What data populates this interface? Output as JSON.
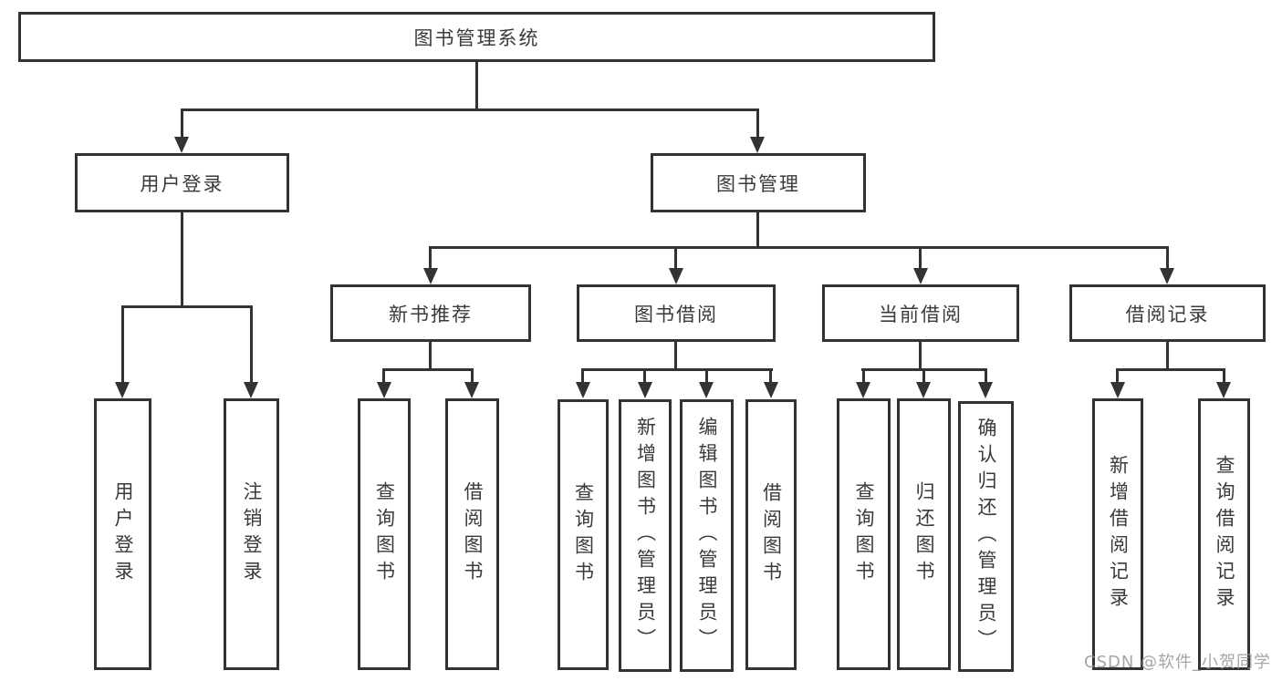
{
  "diagram": {
    "root": {
      "label": "图书管理系统"
    },
    "branches": [
      {
        "label": "用户登录",
        "children": [
          {
            "label": "用户登录"
          },
          {
            "label": "注销登录"
          }
        ]
      },
      {
        "label": "图书管理",
        "children": [
          {
            "label": "新书推荐",
            "children": [
              {
                "label": "查询图书"
              },
              {
                "label": "借阅图书"
              }
            ]
          },
          {
            "label": "图书借阅",
            "children": [
              {
                "label": "查询图书"
              },
              {
                "label": "新增图书（管理员）"
              },
              {
                "label": "编辑图书（管理员）"
              },
              {
                "label": "借阅图书"
              }
            ]
          },
          {
            "label": "当前借阅",
            "children": [
              {
                "label": "查询图书"
              },
              {
                "label": "归还图书"
              },
              {
                "label": "确认归还（管理员）"
              }
            ]
          },
          {
            "label": "借阅记录",
            "children": [
              {
                "label": "新增借阅记录"
              },
              {
                "label": "查询借阅记录"
              }
            ]
          }
        ]
      }
    ]
  },
  "watermark": {
    "text": "CSDN @软件_小贺同学"
  },
  "colors": {
    "line": "#333333",
    "text": "#3a3a3a",
    "watermark": "#9c9c9c",
    "background": "#ffffff"
  }
}
